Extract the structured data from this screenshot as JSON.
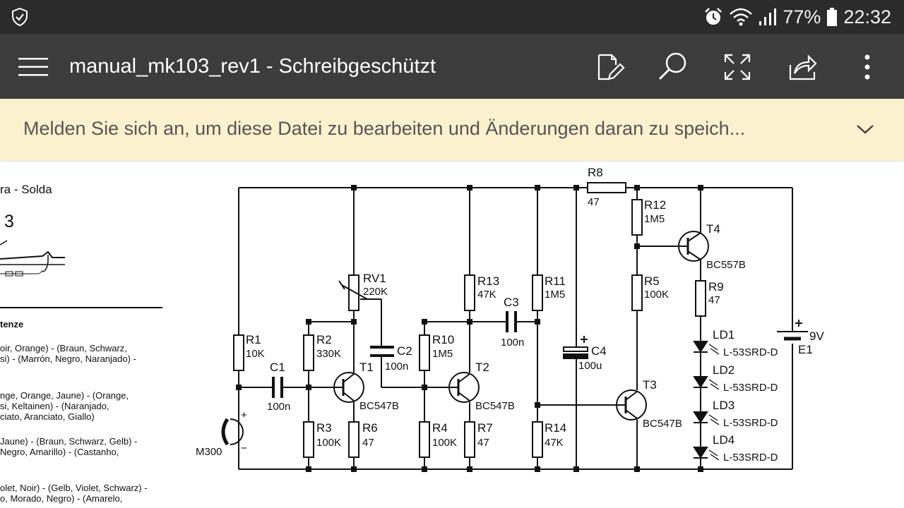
{
  "status_bar": {
    "battery_percent": "77%",
    "time": "22:32"
  },
  "toolbar": {
    "title": "manual_mk103_rev1 - Schreibgeschützt"
  },
  "banner": {
    "message": "Melden Sie sich an, um diese Datei zu bearbeiten und Änderungen daran zu speich..."
  },
  "document": {
    "left_texts": [
      "ra - Solda",
      "3",
      "tenze",
      "oir, Orange) - (Braun, Schwarz,",
      "si) - (Marrón, Negro, Naranjado) -",
      "nge, Orange, Jaune) - (Orange,",
      "si, Keltainen) - (Naranjado,",
      "ciato, Aranciato, Giallo)",
      " Jaune) - (Braun, Schwarz, Gelb) -",
      " Negro, Amarillo) - (Castanho,",
      "olet, Noir) - (Gelb, Violet, Schwarz) -",
      "o, Morado, Negro) - (Amarelo,"
    ],
    "schematic_labels": {
      "R8": "R8",
      "R8v": "47",
      "R12": "R12",
      "R12v": "1M5",
      "T4": "T4",
      "T4v": "BC557B",
      "RV1": "RV1",
      "RV1v": "220K",
      "R13": "R13",
      "R13v": "47K",
      "R11": "R11",
      "R11v": "1M5",
      "R5": "R5",
      "R5v": "100K",
      "R9": "R9",
      "R9v": "47",
      "C3": "C3",
      "C3v": "100n",
      "LD1": "LD1",
      "LD1v": "L-53SRD-D",
      "9V": "9V",
      "E1": "E1",
      "R1": "R1",
      "R1v": "10K",
      "R2": "R2",
      "R2v": "330K",
      "C2": "C2",
      "C2v": "100n",
      "R10": "R10",
      "R10v": "1M5",
      "C4": "C4",
      "C4v": "100u",
      "C1": "C1",
      "C1v": "100n",
      "T1": "T1",
      "T1v": "BC547B",
      "T2": "T2",
      "T2v": "BC547B",
      "LD2": "LD2",
      "LD2v": "L-53SRD-D",
      "T3": "T3",
      "T3v": "BC547B",
      "LD3": "LD3",
      "LD3v": "L-53SRD-D",
      "R3": "R3",
      "R3v": "100K",
      "R6": "R6",
      "R6v": "47",
      "R4": "R4",
      "R4v": "100K",
      "R7": "R7",
      "R7v": "47",
      "R14": "R14",
      "R14v": "47K",
      "LD4": "LD4",
      "LD4v": "L-53SRD-D",
      "M300": "M300",
      "plus": "+",
      "minus": "−"
    }
  },
  "icons": {
    "status_left": "shield-check-icon",
    "alarm": "alarm-icon",
    "wifi": "wifi-icon",
    "signal": "signal-icon",
    "battery": "battery-icon",
    "menu": "hamburger-menu-icon",
    "edit": "edit-pencil-icon",
    "search": "search-icon",
    "fullscreen": "fullscreen-icon",
    "share": "share-icon",
    "more": "more-vert-icon",
    "expand": "chevron-down-icon"
  },
  "colors": {
    "status_bar": "#2b2b2b",
    "toolbar": "#3c3c3c",
    "banner": "#fcf1cf"
  }
}
